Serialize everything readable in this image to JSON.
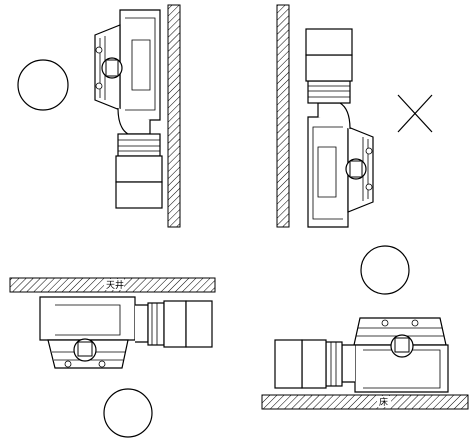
{
  "figure": {
    "symbols": {
      "ok": "circle-mark",
      "ng": "cross-mark"
    },
    "labels": {
      "ceiling": "天井",
      "floor": "床"
    },
    "panels": [
      {
        "orientation": "wall-right",
        "mark": "ok"
      },
      {
        "orientation": "wall-left-upside-down",
        "mark": "ng"
      },
      {
        "orientation": "ceiling",
        "mark": "ok"
      },
      {
        "orientation": "floor",
        "mark": "ok"
      }
    ]
  }
}
